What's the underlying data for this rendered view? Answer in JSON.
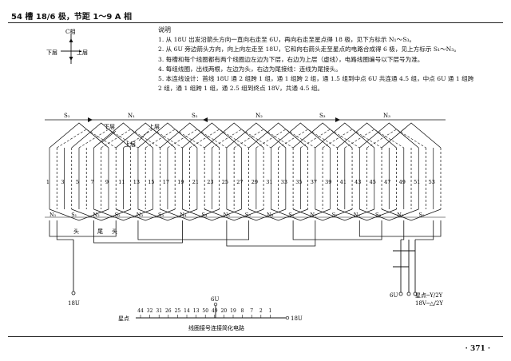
{
  "header": {
    "title": "54 槽 18/6 极，节距 1～9 A 相"
  },
  "direction_key": {
    "up": "C相",
    "left": "下层",
    "right": "上层"
  },
  "notes": {
    "heading": "说明",
    "items": [
      "1. 从 18U 出发沿箭头方向一直向右走至 6U，再向右走至星点得 18 极，见下方标示 N₁～S₃。",
      "2. 从 6U 旁边箭头方向，向上向左走至 18U，它和向右箭头走至星点的电路合成得 6 极，见上方标示 S₁～N₃。",
      "3. 每槽和每个线圈都有两个线圈边左边为下层，右边为上层（虚线），电路线圈编号以下层号为准。",
      "4. 每组线圈，出线两根，左边为头，右边为尾接线：连线为尾接头。",
      "5. 本连线设计：首线 18U 通 2 组跨 1 组，通 1 组跨 2 组，通 1.5 组到中点 6U 共连通 4.5 组，中点 6U 通 1 组跨 2 组，通 1 组跨 1 组，通 2.5 组到终点 18V，共通 4.5 组。"
    ]
  },
  "winding": {
    "top_labels": [
      "S₁",
      "N₁",
      "S₂",
      "N₂",
      "S₃",
      "N₃"
    ],
    "layer_labels": {
      "lower": "下层",
      "upper": "上层"
    },
    "slot_numbers": [
      "1",
      "3",
      "5",
      "7",
      "9",
      "11",
      "13",
      "15",
      "17",
      "19",
      "21",
      "23",
      "25",
      "27",
      "29",
      "31",
      "33",
      "35",
      "37",
      "39",
      "41",
      "43",
      "45",
      "47",
      "49",
      "51",
      "53"
    ],
    "bottom_labels": [
      "N₁",
      "S₁",
      "N₂",
      "S₂",
      "N₃",
      "S₃",
      "N₄",
      "S₄",
      "N₅",
      "S₅",
      "N₆",
      "S₆",
      "N₇",
      "S₇",
      "N₈",
      "S₈",
      "N₉",
      "S₉"
    ],
    "head_label": "头",
    "tail_label": "尾",
    "lead_left": "18U",
    "lead_mid": "6U",
    "star_line1": "星点─Y/2Y",
    "star_line2": "18V─△/2Y"
  },
  "simplified": {
    "top_label": "6U",
    "star_label": "星点",
    "end_label": "18U",
    "numbers": [
      "44",
      "32",
      "31",
      "26",
      "25",
      "14",
      "13",
      "50",
      "49",
      "20",
      "19",
      "8",
      "7",
      "2",
      "1"
    ],
    "caption": "线圈接号连接简化电路"
  },
  "page_number": "· 371 ·"
}
